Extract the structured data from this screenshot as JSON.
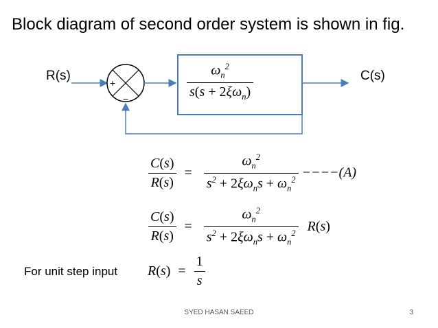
{
  "slide": {
    "title": "Block diagram of second order system is shown in fig.",
    "input_label": "R(s)",
    "output_label": "C(s)",
    "plus_sign": "+",
    "minus_sign": "−",
    "unit_step_label": "For unit step input",
    "footer": "SYED HASAN SAEED",
    "page_number": "3",
    "tf_tag": "−−−−(A)"
  },
  "colors": {
    "arrow": "#4a7ebb",
    "box": "#4a7ebb",
    "text": "#000000"
  }
}
